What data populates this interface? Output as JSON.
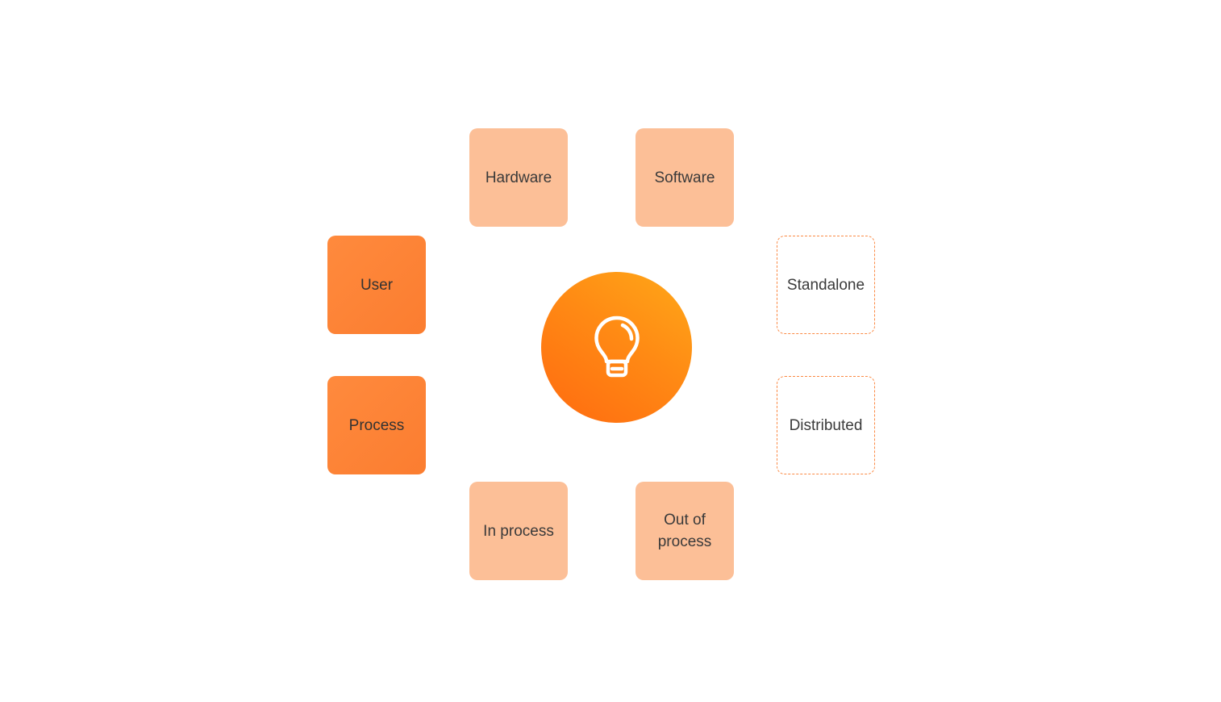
{
  "diagram": {
    "center": {
      "icon": "lightbulb-icon",
      "gradient_colors": [
        "#ffa818",
        "#ff6a10"
      ]
    },
    "nodes": [
      {
        "id": "hardware",
        "label": "Hardware",
        "style": "light"
      },
      {
        "id": "software",
        "label": "Software",
        "style": "light"
      },
      {
        "id": "user",
        "label": "User",
        "style": "dark"
      },
      {
        "id": "process",
        "label": "Process",
        "style": "dark"
      },
      {
        "id": "standalone",
        "label": "Standalone",
        "style": "dashed"
      },
      {
        "id": "distributed",
        "label": "Distributed",
        "style": "dashed"
      },
      {
        "id": "in_process",
        "label": "In process",
        "style": "light"
      },
      {
        "id": "out_of_process",
        "label": "Out of process",
        "style": "light"
      }
    ],
    "colors": {
      "light_tile": "#fcbf97",
      "dark_tile": "#fb7d30",
      "dashed_border": "#fb8a45",
      "text": "#3a3a3a"
    }
  }
}
